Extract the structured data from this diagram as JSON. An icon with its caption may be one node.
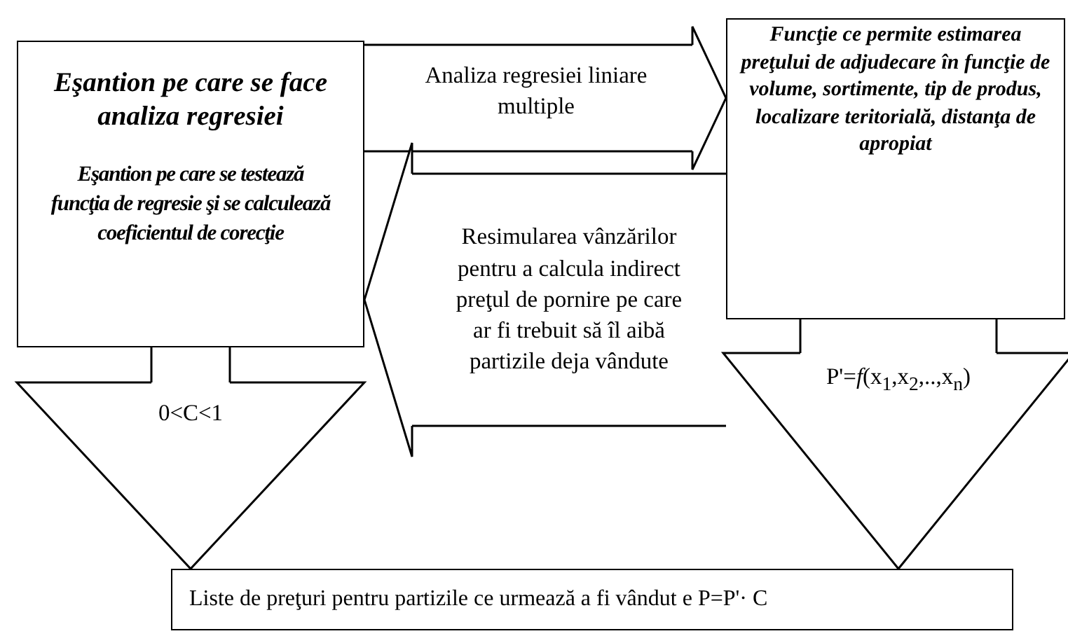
{
  "diagram": {
    "nodes": [
      {
        "text": [
          "Eşantion pe care se face analiza regresiei",
          "Eşantion pe care se testează funcţia de regresie şi se calculează coeficientul de corecţie"
        ]
      },
      {
        "text": [
          "Funcţie ce permite estimarea preţului de adjudecare în funcţie de volume, sortimente, tip de produs, localizare teritorială, distanţa de apropiat"
        ]
      },
      {
        "text": [
          "Liste de preţuri pentru partizile ce urmează a fi vândut e P=P'· C"
        ]
      }
    ],
    "edges": [
      {
        "from": 0,
        "to": 1,
        "arrow": "to",
        "label": "Analiza regresiei liniare multiple"
      },
      {
        "from": 1,
        "to": 0,
        "arrow": "to",
        "label": "Resimularea vânzărilor pentru a calcula indirect preţul de pornire pe care ar fi trebuit să îl aibă partizile deja vândute"
      },
      {
        "from": 0,
        "to": 2,
        "arrow": "to",
        "label": "0<C<1"
      },
      {
        "from": 1,
        "to": 2,
        "arrow": "to",
        "label": "P'=*f*(x$_{1}$,x$_{2}$,..,x$_{n}$)"
      }
    ]
  }
}
